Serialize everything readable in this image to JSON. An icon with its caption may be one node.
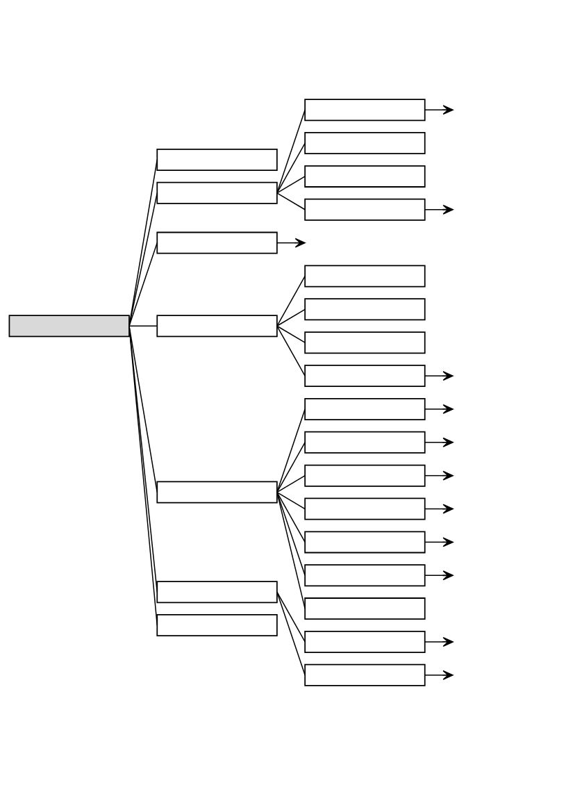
{
  "diagram": {
    "nodes": [
      {
        "text": [],
        "shape": "box"
      },
      {
        "text": [],
        "shape": "box"
      },
      {
        "text": [],
        "shape": "box"
      },
      {
        "text": [],
        "shape": "box"
      },
      {
        "text": [],
        "shape": "box"
      },
      {
        "text": [],
        "shape": "box"
      },
      {
        "text": [],
        "shape": "box"
      },
      {
        "text": [],
        "shape": "box"
      },
      {
        "text": [],
        "shape": "box"
      },
      {
        "text": [],
        "shape": "box"
      },
      {
        "text": [],
        "shape": "box"
      },
      {
        "text": [],
        "shape": "box"
      },
      {
        "text": [],
        "shape": "box"
      },
      {
        "text": [],
        "shape": "box"
      },
      {
        "text": [],
        "shape": "box"
      },
      {
        "text": [],
        "shape": "box"
      },
      {
        "text": [],
        "shape": "box"
      },
      {
        "text": [],
        "shape": "box"
      },
      {
        "text": [],
        "shape": "box"
      },
      {
        "text": [],
        "shape": "box"
      },
      {
        "text": [],
        "shape": "box"
      },
      {
        "text": [],
        "shape": "box"
      },
      {
        "text": [],
        "shape": "box"
      },
      {
        "text": [],
        "shape": "box"
      },
      {
        "text": [],
        "shape": "box"
      }
    ],
    "edges": [
      {
        "from": 0,
        "to": 1,
        "arrow": "none"
      },
      {
        "from": 0,
        "to": 2,
        "arrow": "none"
      },
      {
        "from": 2,
        "to": 3,
        "arrow": "none"
      },
      {
        "from": 3,
        "to": null,
        "arrow": "to"
      },
      {
        "from": 2,
        "to": 4,
        "arrow": "none"
      },
      {
        "from": 2,
        "to": 5,
        "arrow": "none"
      },
      {
        "from": 2,
        "to": 6,
        "arrow": "none"
      },
      {
        "from": 6,
        "to": null,
        "arrow": "to"
      },
      {
        "from": 0,
        "to": 7,
        "arrow": "none"
      },
      {
        "from": 7,
        "to": null,
        "arrow": "to"
      },
      {
        "from": 0,
        "to": 8,
        "arrow": "none"
      },
      {
        "from": 8,
        "to": 9,
        "arrow": "none"
      },
      {
        "from": 8,
        "to": 10,
        "arrow": "none"
      },
      {
        "from": 8,
        "to": 11,
        "arrow": "none"
      },
      {
        "from": 8,
        "to": 12,
        "arrow": "none"
      },
      {
        "from": 12,
        "to": null,
        "arrow": "to"
      },
      {
        "from": 0,
        "to": 13,
        "arrow": "none"
      },
      {
        "from": 13,
        "to": 14,
        "arrow": "none"
      },
      {
        "from": 14,
        "to": null,
        "arrow": "to"
      },
      {
        "from": 13,
        "to": 15,
        "arrow": "none"
      },
      {
        "from": 15,
        "to": null,
        "arrow": "to"
      },
      {
        "from": 13,
        "to": 16,
        "arrow": "none"
      },
      {
        "from": 16,
        "to": null,
        "arrow": "to"
      },
      {
        "from": 13,
        "to": 17,
        "arrow": "none"
      },
      {
        "from": 17,
        "to": null,
        "arrow": "to"
      },
      {
        "from": 13,
        "to": 18,
        "arrow": "none"
      },
      {
        "from": 18,
        "to": null,
        "arrow": "to"
      },
      {
        "from": 13,
        "to": 19,
        "arrow": "none"
      },
      {
        "from": 19,
        "to": null,
        "arrow": "to"
      },
      {
        "from": 13,
        "to": 20,
        "arrow": "none"
      },
      {
        "from": 0,
        "to": 21,
        "arrow": "none"
      },
      {
        "from": 21,
        "to": 22,
        "arrow": "none"
      },
      {
        "from": 22,
        "to": null,
        "arrow": "to"
      },
      {
        "from": 21,
        "to": 23,
        "arrow": "none"
      },
      {
        "from": 23,
        "to": null,
        "arrow": "to"
      },
      {
        "from": 0,
        "to": 24,
        "arrow": "none"
      }
    ]
  }
}
